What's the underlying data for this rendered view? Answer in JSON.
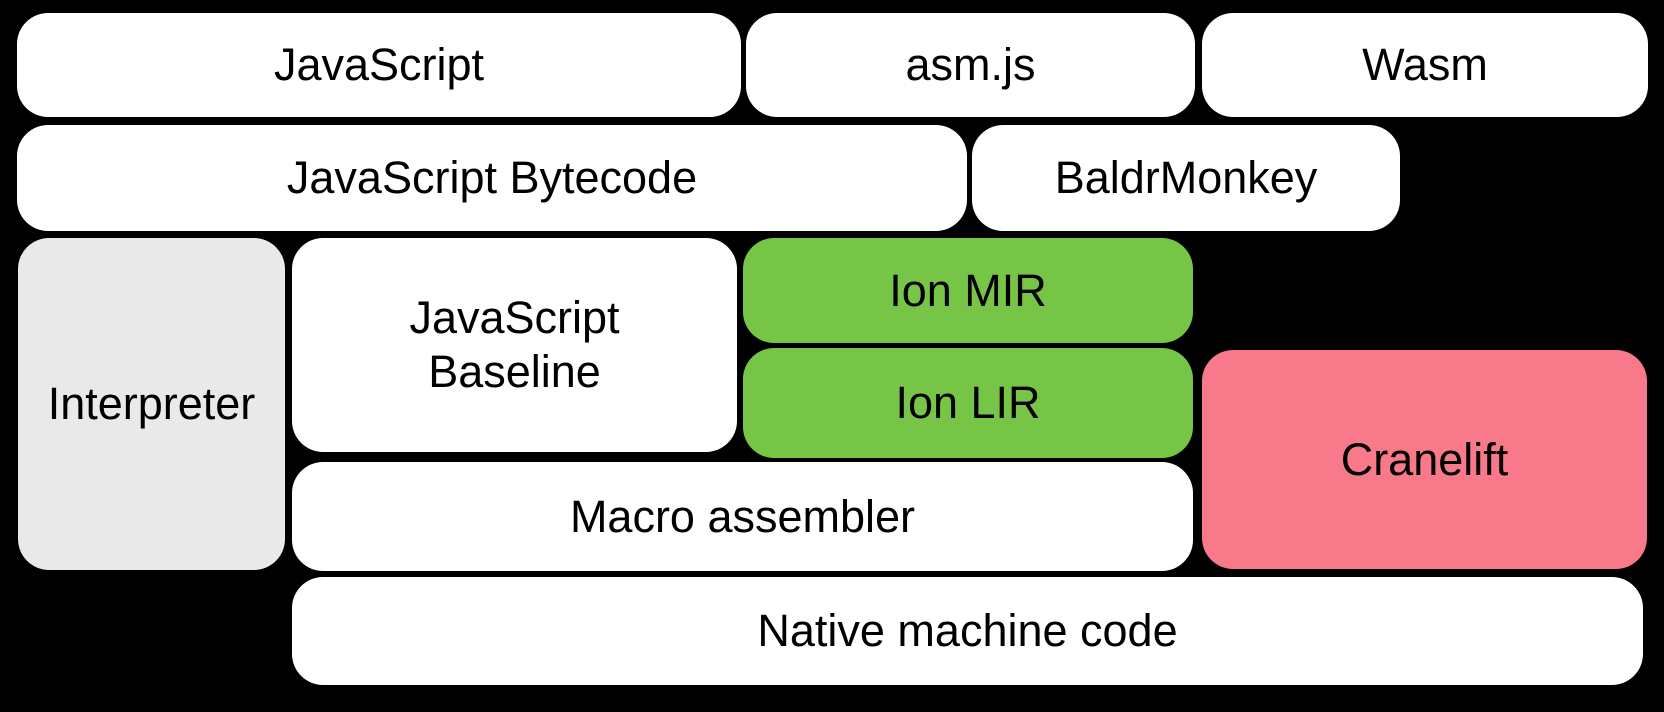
{
  "diagram": {
    "background": "#000000",
    "text_color": "#000000",
    "colors": {
      "white": "#ffffff",
      "gray": "#e9e9e9",
      "green": "#77c546",
      "pink": "#f7798a"
    },
    "nodes": {
      "javascript": "JavaScript",
      "asmjs": "asm.js",
      "wasm": "Wasm",
      "bytecode": "JavaScript Bytecode",
      "baldrmonkey": "BaldrMonkey",
      "interpreter": "Interpreter",
      "baseline": "JavaScript\nBaseline",
      "ion_mir": "Ion MIR",
      "ion_lir": "Ion LIR",
      "cranelift": "Cranelift",
      "macro_assembler": "Macro assembler",
      "native_machine_code": "Native machine code"
    }
  }
}
